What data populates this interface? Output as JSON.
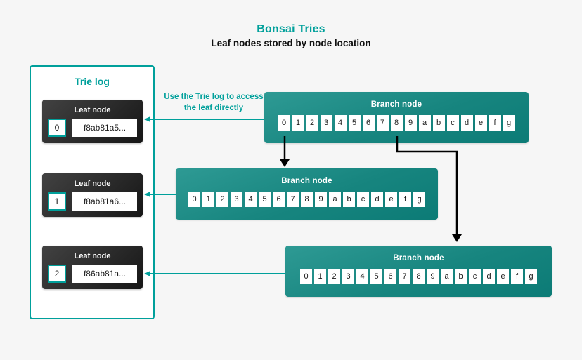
{
  "header": {
    "title": "Bonsai Tries",
    "subtitle": "Leaf nodes stored by node location"
  },
  "annotation": "Use the Trie log to access the leaf directly",
  "colors": {
    "accent_teal": "#00A09B",
    "branch_gradient_start": "#2E9A94",
    "branch_gradient_end": "#0C7B76",
    "leaf_gradient_start": "#424242",
    "leaf_gradient_end": "#161616",
    "background": "#F6F6F6",
    "black_arrow": "#000000"
  },
  "trie_log": {
    "title": "Trie log",
    "leaves": [
      {
        "label": "Leaf node",
        "index": "0",
        "value": "f8ab81a5..."
      },
      {
        "label": "Leaf node",
        "index": "1",
        "value": "f8ab81a6..."
      },
      {
        "label": "Leaf node",
        "index": "2",
        "value": "f86ab81a..."
      }
    ]
  },
  "branch_nodes": [
    {
      "label": "Branch node",
      "cells": [
        "0",
        "1",
        "2",
        "3",
        "4",
        "5",
        "6",
        "7",
        "8",
        "9",
        "a",
        "b",
        "c",
        "d",
        "e",
        "f",
        "g"
      ]
    },
    {
      "label": "Branch node",
      "cells": [
        "0",
        "1",
        "2",
        "3",
        "4",
        "5",
        "6",
        "7",
        "8",
        "9",
        "a",
        "b",
        "c",
        "d",
        "e",
        "f",
        "g"
      ]
    },
    {
      "label": "Branch node",
      "cells": [
        "0",
        "1",
        "2",
        "3",
        "4",
        "5",
        "6",
        "7",
        "8",
        "9",
        "a",
        "b",
        "c",
        "d",
        "e",
        "f",
        "g"
      ]
    }
  ]
}
